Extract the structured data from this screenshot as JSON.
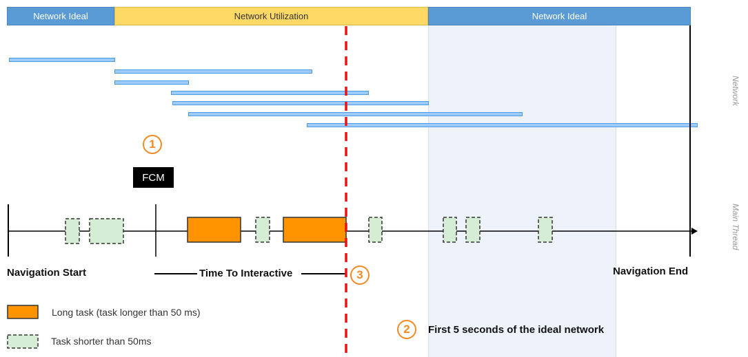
{
  "bands": [
    {
      "label": "Network Ideal",
      "kind": "ideal"
    },
    {
      "label": "Network Utilization",
      "kind": "util"
    },
    {
      "label": "Network Ideal",
      "kind": "ideal"
    }
  ],
  "side_labels": {
    "network": "Network",
    "main_thread": "Main Thread"
  },
  "markers": {
    "fcm": "FCM",
    "one": "1",
    "two": "2",
    "three": "3"
  },
  "timeline": {
    "nav_start": "Navigation Start",
    "tti": "Time To Interactive",
    "nav_end": "Navigation End"
  },
  "annotations": {
    "ideal_window": "First 5 seconds of the ideal network"
  },
  "legend": {
    "long_task": "Long task (task longer than 50 ms)",
    "short_task": "Task shorter than 50ms"
  },
  "colors": {
    "ideal_band": "#5b9bd5",
    "util_band": "#ffd966",
    "request": "#9dcbfa",
    "long_task": "#ff9300",
    "short_task": "#d5ecd5",
    "tti_line": "#ee1111",
    "marker": "#f08a24"
  }
}
